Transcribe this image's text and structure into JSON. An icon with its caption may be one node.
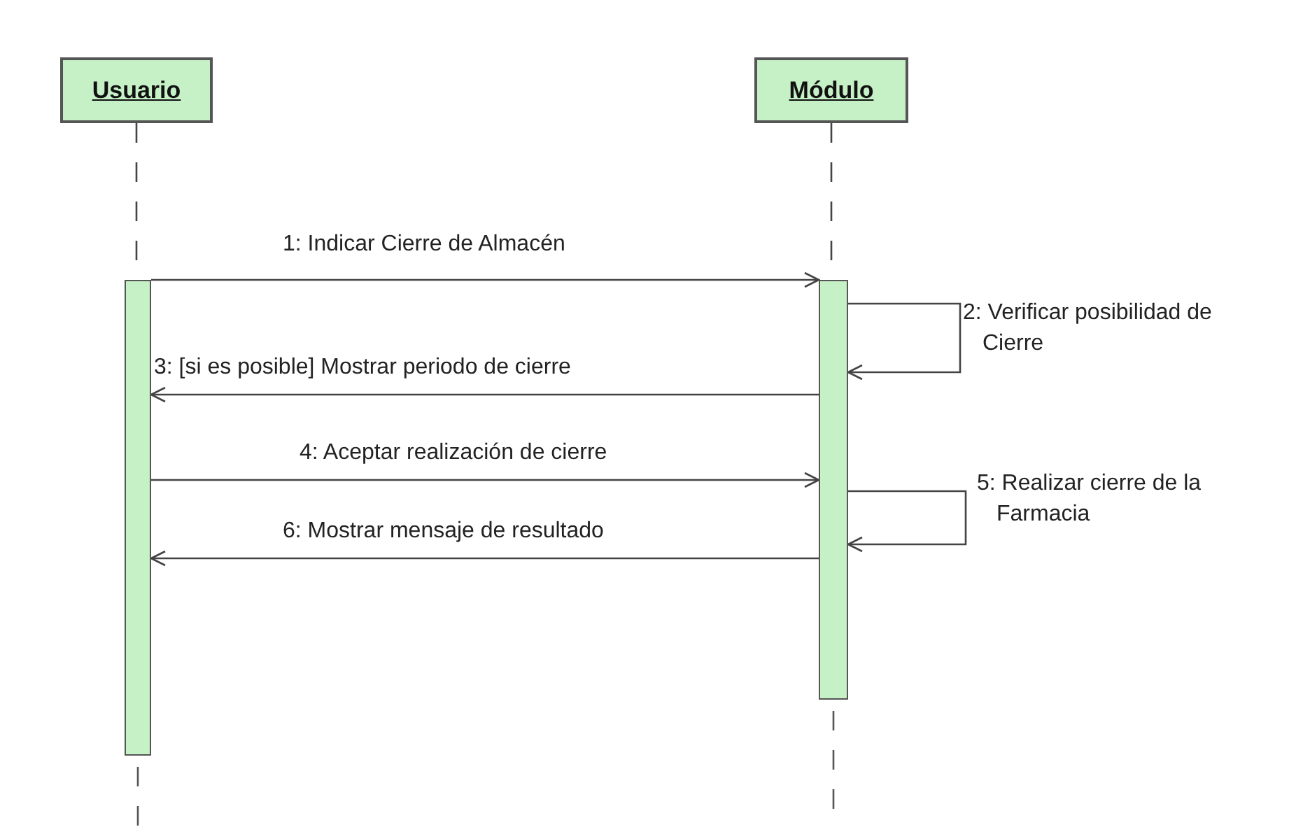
{
  "diagram": {
    "nodes": [
      {
        "text": [
          "Usuario"
        ]
      },
      {
        "text": [
          "Módulo"
        ]
      },
      {
        "text": [],
        "shape": "bar"
      },
      {
        "text": [],
        "shape": "bar"
      }
    ],
    "edges": [
      {
        "from": 0,
        "to": 2,
        "arrow": "none",
        "style": "dashed"
      },
      {
        "from": 1,
        "to": 3,
        "arrow": "none",
        "style": "dashed"
      },
      {
        "from": 2,
        "to": 3,
        "arrow": "to",
        "label": "1: Indicar Cierre de Almacén"
      },
      {
        "from": 3,
        "to": 3,
        "arrow": "to",
        "label": "2: Verificar posibilidad de Cierre"
      },
      {
        "from": 3,
        "to": 2,
        "arrow": "to",
        "label": "3: [si es posible] Mostrar periodo de cierre"
      },
      {
        "from": 2,
        "to": 3,
        "arrow": "to",
        "label": "4: Aceptar realización de cierre"
      },
      {
        "from": 3,
        "to": 3,
        "arrow": "to",
        "label": "5: Realizar cierre de la Farmacia"
      },
      {
        "from": 3,
        "to": 2,
        "arrow": "to",
        "label": "6: Mostrar mensaje de resultado"
      }
    ]
  }
}
